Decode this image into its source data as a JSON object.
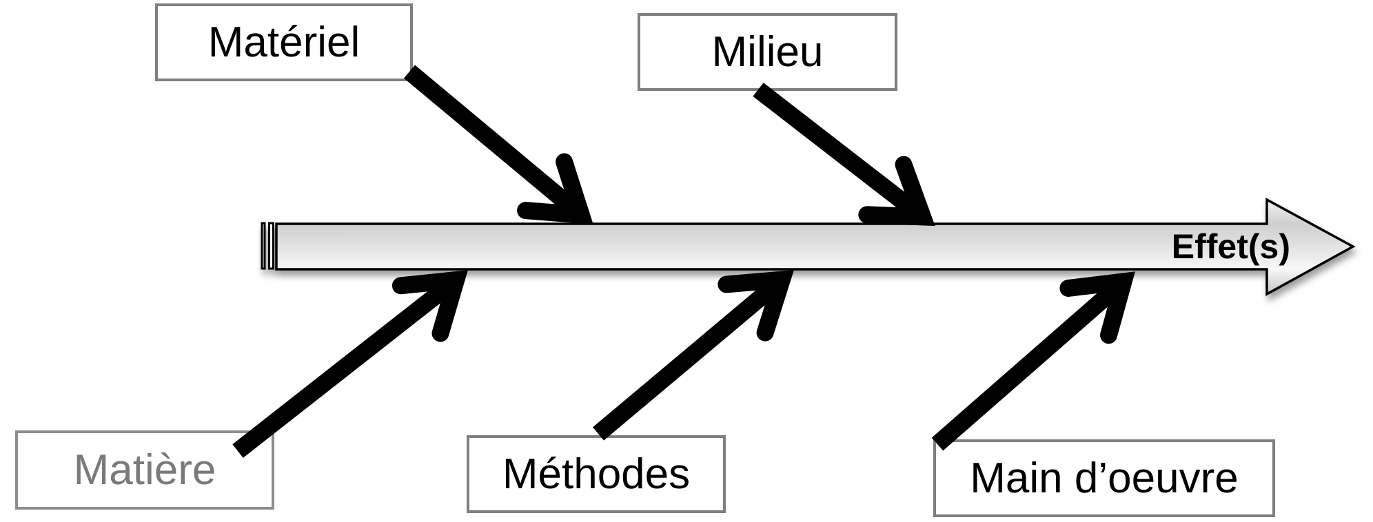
{
  "diagram": {
    "type": "fishbone-ishikawa",
    "effect": {
      "label": "Effet(s)"
    },
    "causes": [
      {
        "id": "materiel",
        "label": "Matériel",
        "side": "top",
        "text_color": "#000000"
      },
      {
        "id": "milieu",
        "label": "Milieu",
        "side": "top",
        "text_color": "#000000"
      },
      {
        "id": "matiere",
        "label": "Matière",
        "side": "bottom",
        "text_color": "#7a7a7a"
      },
      {
        "id": "methodes",
        "label": "Méthodes",
        "side": "bottom",
        "text_color": "#000000"
      },
      {
        "id": "main_doeuvre",
        "label": "Main d’oeuvre",
        "side": "bottom",
        "text_color": "#000000"
      }
    ],
    "colors": {
      "background": "#ffffff",
      "spine_outline": "#000000",
      "spine_gradient_stops": [
        "#f2f2f2",
        "#cfcfcf",
        "#f7f7f7",
        "#c4c4c4"
      ],
      "box_fill": "#ffffff",
      "box_border": "#7f7f7f",
      "muted_box_border": "#8d8d8d",
      "default_text": "#000000",
      "muted_text": "#7a7a7a",
      "rib_arrow": "#000000"
    }
  }
}
